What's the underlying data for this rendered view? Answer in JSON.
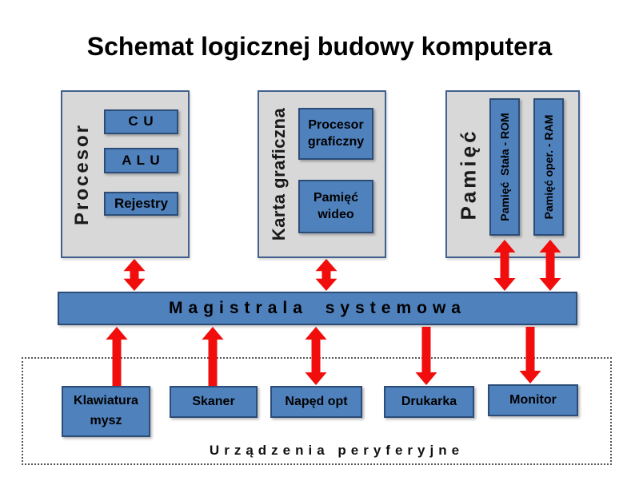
{
  "title": "Schemat logicznej budowy komputera",
  "colors": {
    "box_blue": "#4f81bd",
    "box_border": "#2c4d77",
    "panel_gray": "#d8d8d8",
    "panel_border": "#41618e",
    "arrow_red": "#f20d0d"
  },
  "panels": [
    {
      "label": "Procesor",
      "items": [
        {
          "label": "C U"
        },
        {
          "label": "A L U"
        },
        {
          "label": "Rejestry"
        }
      ]
    },
    {
      "label": "Karta graficzna",
      "items": [
        {
          "label": "Procesor graficzny"
        },
        {
          "label": "Pamięć wideo"
        }
      ]
    },
    {
      "label": "Pamięć",
      "items": [
        {
          "label": "Pamięć  Stała - ROM"
        },
        {
          "label": "Pamięć oper. - RAM"
        }
      ]
    }
  ],
  "bus": {
    "label": "Magistrala systemowa"
  },
  "peripherals": {
    "caption": "Urządzenia peryferyjne",
    "items": [
      {
        "label": "Klawiatura mysz"
      },
      {
        "label": "Skaner"
      },
      {
        "label": "Napęd opt"
      },
      {
        "label": "Drukarka"
      },
      {
        "label": "Monitor"
      }
    ]
  },
  "arrows": [
    {
      "name": "arrow-procesor-bus",
      "direction": "both"
    },
    {
      "name": "arrow-karta-graficzna-bus",
      "direction": "both"
    },
    {
      "name": "arrow-pamiec-rom-bus",
      "direction": "both"
    },
    {
      "name": "arrow-pamiec-ram-bus",
      "direction": "both"
    },
    {
      "name": "arrow-klawiatura-bus",
      "direction": "up"
    },
    {
      "name": "arrow-skaner-bus",
      "direction": "up"
    },
    {
      "name": "arrow-naped-opt-bus",
      "direction": "both"
    },
    {
      "name": "arrow-drukarka-bus",
      "direction": "down"
    },
    {
      "name": "arrow-monitor-bus",
      "direction": "down"
    }
  ]
}
